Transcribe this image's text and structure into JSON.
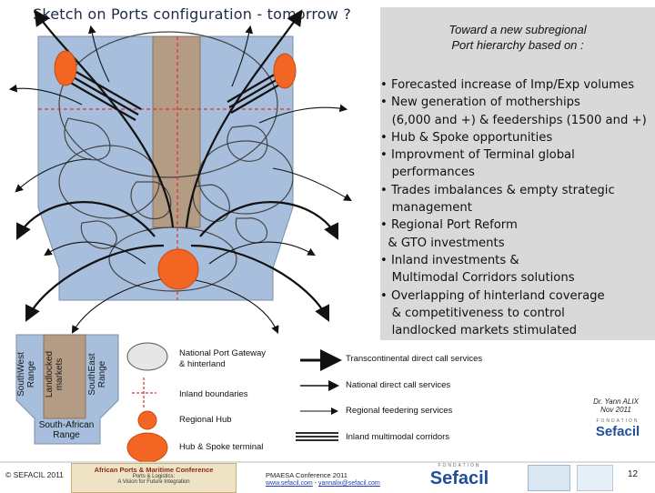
{
  "title": "Sketch on Ports configuration - tomorrow ?",
  "panel": {
    "heading_line1": "Toward a new subregional",
    "heading_line2": "Port hierarchy based on :",
    "bullets": [
      "• Forecasted increase of Imp/Exp volumes",
      "• New generation of motherships",
      "   (6,000 and +) & feederships (1500 and +)",
      "• Hub & Spoke opportunities",
      "• Improvment of Terminal global",
      "   performances",
      "• Trades imbalances & empty strategic",
      "   management",
      "• Regional Port Reform",
      "  & GTO investments",
      "• Inland investments &",
      "   Multimodal Corridors solutions",
      "• Overlapping of hinterland coverage",
      "   & competitiveness to control",
      "   landlocked markets stimulated"
    ]
  },
  "ranges": {
    "southwest": "SouthWest Range",
    "southwest_l1": "SouthWest",
    "southwest_l2": "Range",
    "landlocked_l1": "Landlocked",
    "landlocked_l2": "markets",
    "southeast_l1": "SouthEast",
    "southeast_l2": "Range",
    "southafrican_l1": "South-African",
    "southafrican_l2": "Range"
  },
  "legend_left": {
    "gateway_l1": "National Port Gateway",
    "gateway_l2": "& hinterland",
    "boundaries": "Inland boundaries",
    "regional_hub": "Regional Hub",
    "hub_spoke": "Hub & Spoke terminal"
  },
  "legend_right": {
    "transcontinental": "Transcontinental direct call services",
    "national": "National direct call services",
    "regional": "Regional feedering services",
    "multimodal": "Inland multimodal corridors"
  },
  "author": {
    "name": "Dr. Yann ALIX",
    "date": "Nov 2011"
  },
  "footer": {
    "copyright": "© SEFACIL 2011",
    "conference_title": "African Ports & Maritime Conference",
    "conference_sub1": "Ports & Logistics:",
    "conference_sub2": "A Vision for Future Integration",
    "pmaesa": "PMAESA Conference 2011",
    "link1": "www.sefacil.com",
    "link_sep": " - ",
    "link2": "yannalix@sefacil.com",
    "sefacil_logo": "Sefacil",
    "fondation": "FONDATION",
    "page_number": "12"
  },
  "colors": {
    "blue_zone": "#a7bfdc",
    "brown_corridor": "#b49b84",
    "red_boundary": "#e03030",
    "hub_orange": "#f26522",
    "sefacil_red": "#c8102e",
    "sefacil_blue": "#1f4e9a"
  }
}
